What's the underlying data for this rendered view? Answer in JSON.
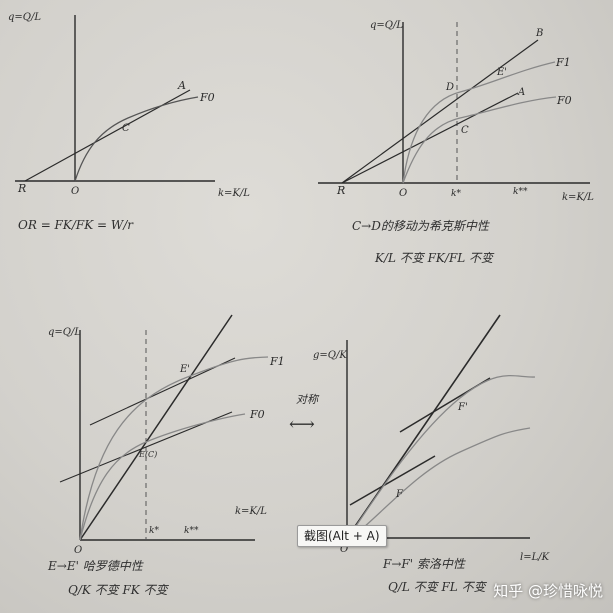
{
  "panels": [
    {
      "id": "top-left",
      "y_axis": "q=Q/L",
      "x_axis": "k=K/L",
      "labels": {
        "R": "R",
        "O": "O",
        "C": "C",
        "A": "A",
        "F0": "F0"
      },
      "notes": [
        "OR = FK/FK = W/r"
      ]
    },
    {
      "id": "top-right",
      "y_axis": "q=Q/L",
      "x_axis": "k=K/L",
      "labels": {
        "R": "R",
        "O": "O",
        "C": "C",
        "D": "D",
        "A": "A",
        "B": "B",
        "E1": "E'",
        "F1": "F1",
        "F0": "F0",
        "k_star": "k*",
        "k_star2": "k**"
      },
      "notes": [
        "C→D的移动为希克斯中性",
        "K/L 不变  FK/FL 不变"
      ]
    },
    {
      "id": "bottom-left",
      "y_axis": "q=Q/L",
      "x_axis": "k=K/L",
      "labels": {
        "O": "O",
        "E1": "E'",
        "E": "E(C)",
        "F1": "F1",
        "F0": "F0",
        "k_star": "k*",
        "k_star2": "k**"
      },
      "notes": [
        "E→E' 哈罗德中性",
        "Q/K 不变  FK 不变"
      ]
    },
    {
      "id": "bottom-right",
      "y_axis": "g=Q/K",
      "x_axis": "l=L/K",
      "labels": {
        "O": "O",
        "F": "F",
        "F1": "F'"
      },
      "notes": [
        "F→F' 索洛中性",
        "Q/L 不变  FL 不变"
      ]
    }
  ],
  "middle_note": {
    "label": "对称",
    "arrow": "⟷"
  },
  "tooltip": "截图(Alt + A)",
  "watermark": "知乎 @珍惜咏悦",
  "colors": {
    "paper": "#d6d4cf",
    "ink": "#2b2b2b",
    "pencil": "#8f8f8f"
  }
}
